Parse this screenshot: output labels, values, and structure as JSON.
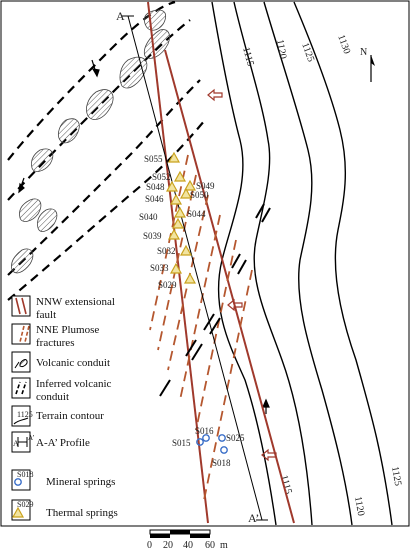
{
  "north_label": "N",
  "profile": {
    "start": "A",
    "end": "A’"
  },
  "contours": [
    "1115",
    "1120",
    "1125",
    "1130",
    "1115",
    "1120",
    "1125"
  ],
  "thermal_springs": [
    "S055",
    "S052",
    "S048",
    "S049",
    "S050",
    "S046",
    "S044",
    "S040",
    "S039",
    "S032",
    "S033",
    "S029"
  ],
  "mineral_springs": [
    "S016",
    "S025",
    "S015",
    "S018"
  ],
  "legend": [
    {
      "id": "nnw-fault",
      "label": "NNW extensional",
      "label2": "fault"
    },
    {
      "id": "nne-fractures",
      "label": "NNE Plumose",
      "label2": "fractures"
    },
    {
      "id": "volcanic-conduit",
      "label": "Volcanic conduit",
      "label2": ""
    },
    {
      "id": "inferred-conduit",
      "label": "Inferred volcanic",
      "label2": "conduit"
    },
    {
      "id": "terrain-contour",
      "label": "Terrain contour",
      "label2": "",
      "swatch_text": "1125"
    },
    {
      "id": "profile",
      "label": "A-A’ Profile",
      "label2": "",
      "swatch_text_left": "A",
      "swatch_text_right": "A’"
    },
    {
      "id": "mineral-springs",
      "label": "Mineral springs",
      "label2": "",
      "swatch_text": "S018"
    },
    {
      "id": "thermal-springs",
      "label": "Thermal springs",
      "label2": "",
      "swatch_text": "S029"
    }
  ],
  "scale_bar": {
    "ticks": [
      "0",
      "20",
      "40",
      "60"
    ],
    "unit": "m"
  },
  "colors": {
    "fault": "#a0392c",
    "fracture": "#b5572f",
    "thermal": "#d4b53a",
    "mineral": "#3a6ec8",
    "conduit_fill": "#999999"
  }
}
